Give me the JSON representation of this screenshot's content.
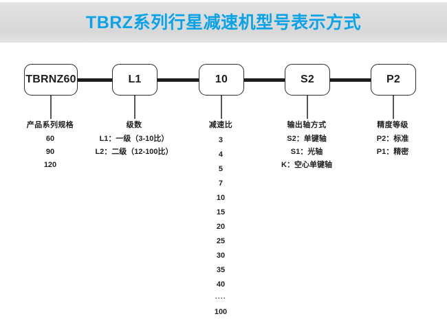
{
  "header": {
    "title": "TBRZ系列行星减速机型号表示方式",
    "title_color": "#0aa3e8",
    "bar_color": "#dcdcdd"
  },
  "diagram": {
    "type": "model-code-breakdown",
    "line_color": "#1c1c1c",
    "boxes": [
      {
        "code": "TBRNZ60"
      },
      {
        "code": "L1"
      },
      {
        "code": "10"
      },
      {
        "code": "S2"
      },
      {
        "code": "P2"
      }
    ],
    "columns": [
      {
        "head": "产品系列规格",
        "items": [
          "60",
          "90",
          "120"
        ]
      },
      {
        "head": "级数",
        "items": [
          "L1：一级（3-10比）",
          "L2：二级（12-100比）"
        ]
      },
      {
        "head": "减速比",
        "items": [
          "3",
          "4",
          "5",
          "7",
          "10",
          "15",
          "20",
          "25",
          "30",
          "35",
          "40",
          "····",
          "100"
        ]
      },
      {
        "head": "输出轴方式",
        "items": [
          "S2：单键轴",
          "S1：光轴",
          "K：空心单键轴"
        ]
      },
      {
        "head": "精度等级",
        "items": [
          "P2：标准",
          "P1：精密"
        ]
      }
    ]
  }
}
